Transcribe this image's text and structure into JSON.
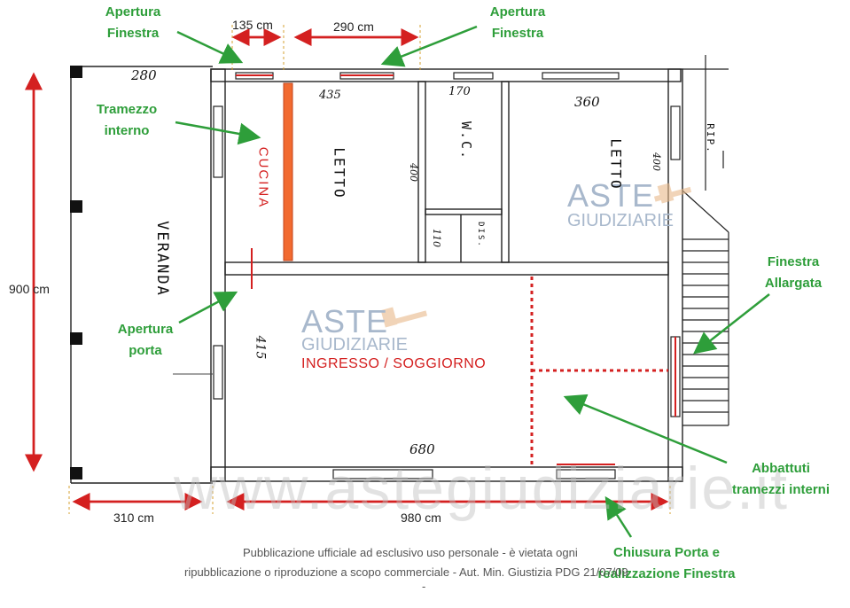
{
  "annotations": {
    "apertura_finestra_left": [
      "Apertura",
      "Finestra"
    ],
    "apertura_finestra_right": [
      "Apertura",
      "Finestra"
    ],
    "tramezzo": [
      "Tramezzo",
      "interno"
    ],
    "apertura_porta": [
      "Apertura",
      "porta"
    ],
    "finestra_allargata": [
      "Finestra",
      "Allargata"
    ],
    "abbattuti": [
      "Abbattuti",
      "tramezzi interni"
    ],
    "chiusura": [
      "Chiusura Porta e",
      "realizzazione Finestra"
    ]
  },
  "dimensions": {
    "top_135": "135 cm",
    "top_290": "290 cm",
    "left_900": "900 cm",
    "bottom_310": "310 cm",
    "bottom_980": "980 cm"
  },
  "rooms": {
    "veranda": "VERANDA",
    "letto1": "LETTO",
    "letto2": "LETTO",
    "wc": "W.C.",
    "dis": "DIS.",
    "rip": "RIP.",
    "cucina": "CUCINA",
    "ingresso": "INGRESSO / SOGGIORNO"
  },
  "measures": {
    "m280": "280",
    "m435": "435",
    "m170": "170",
    "m360": "360",
    "m400a": "400",
    "m400b": "400",
    "m110": "110",
    "m415": "415",
    "m680": "680"
  },
  "watermark": {
    "aste1": "ASTE",
    "giudiziarie1": "GIUDIZIARIE",
    "aste2": "ASTE",
    "giudiziarie2": "GIUDIZIARIE",
    "site": "www.astegiudiziarie.it"
  },
  "footer": {
    "line1": "Pubblicazione ufficiale ad esclusivo uso personale - è vietata ogni",
    "line2": "ripubblicazione o riproduzione a scopo commerciale - Aut. Min. Giustizia PDG 21/07/09",
    "dash": "-"
  },
  "colors": {
    "green": "#2e9e3a",
    "red": "#d42020",
    "orange": "#f26a30"
  }
}
